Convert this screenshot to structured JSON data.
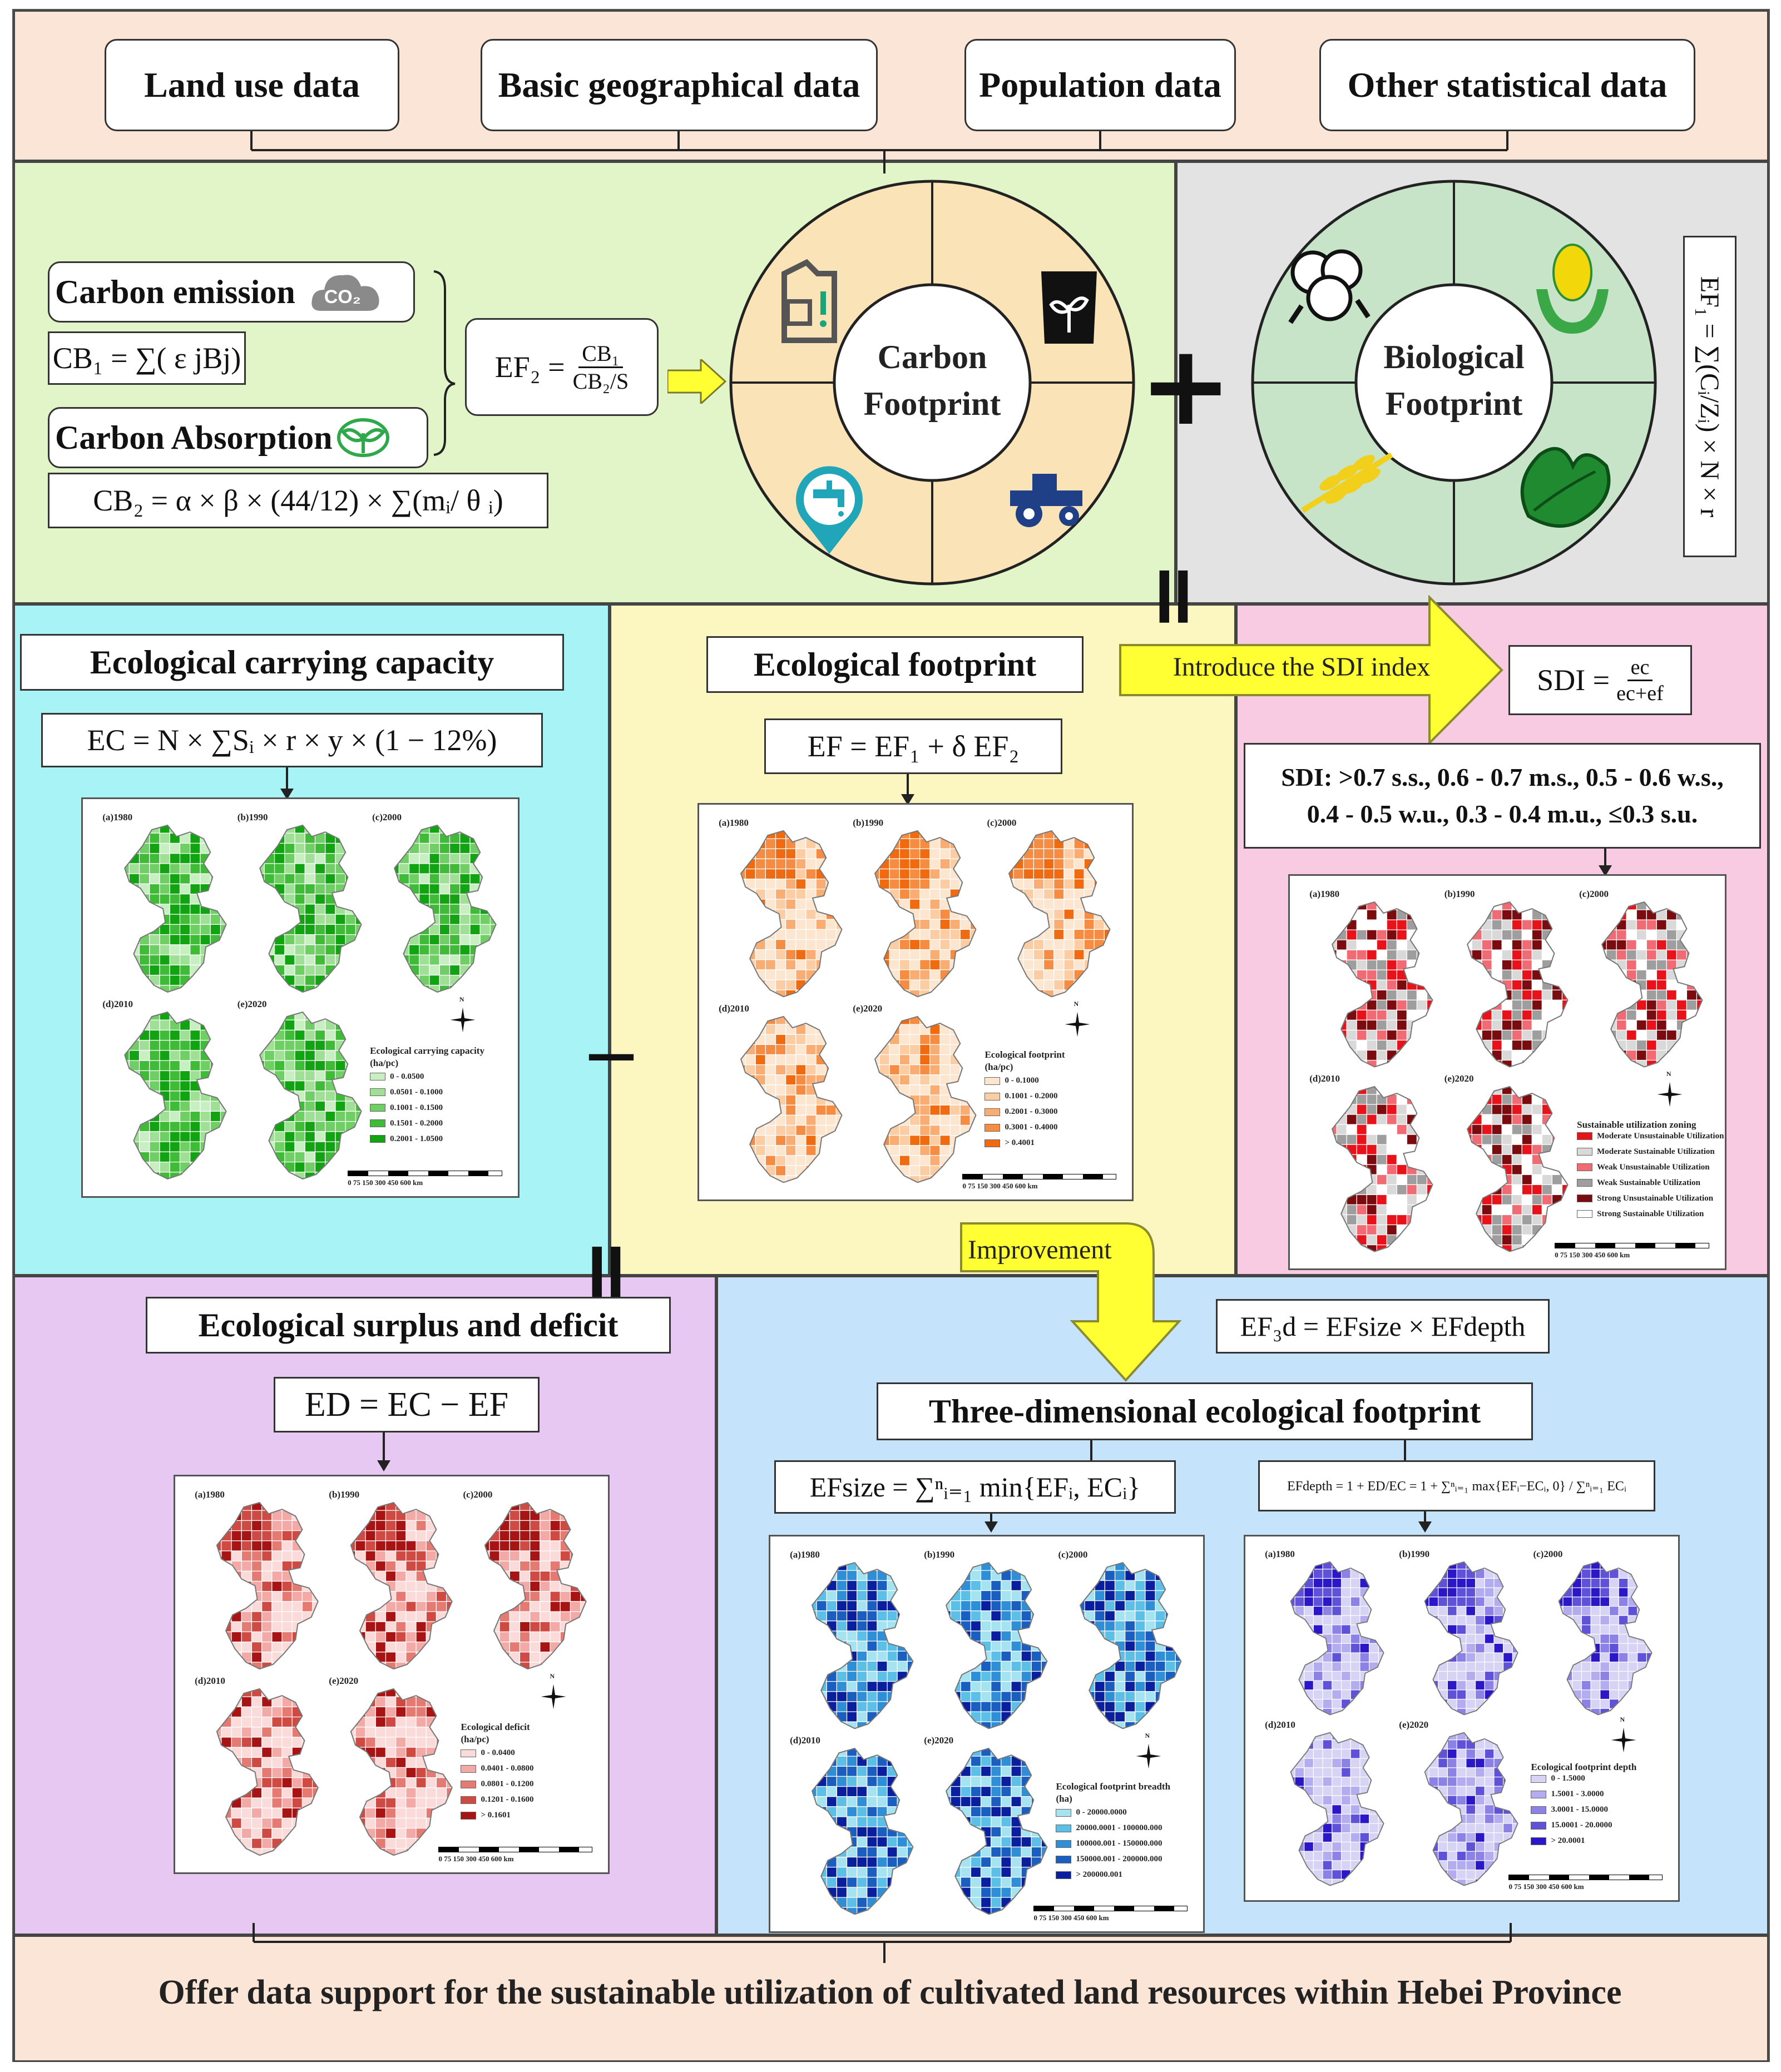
{
  "top_inputs": [
    "Land use data",
    "Basic geographical data",
    "Population data",
    "Other statistical data"
  ],
  "carbon": {
    "emission_label": "Carbon emission",
    "emission_icon_text": "CO₂",
    "cb1_formula": "CB₁ = ∑( ε jBj)",
    "absorption_label": "Carbon Absorption",
    "cb2_formula": "CB₂ = α × β × (44/12) × ∑(mᵢ/ θ ᵢ)",
    "ef2_lhs": "EF₂ =",
    "ef2_num": "CB₁",
    "ef2_den": "CB₂/S",
    "wheel_title_1": "Carbon",
    "wheel_title_2": "Footprint"
  },
  "biological": {
    "wheel_title_1": "Biological",
    "wheel_title_2": "Footprint",
    "ef1_formula": "EF₁ = ∑(Cᵢ/Zᵢ) × N × r"
  },
  "plus_sign": "+",
  "equals_sign": "=",
  "minus_sign": "—",
  "carrying": {
    "title": "Ecological carrying capacity",
    "formula": "EC = N × ∑Sᵢ × r × y × (1 − 12%)",
    "legend_title": "Ecological carrying capacity",
    "legend_unit": "(ha/pc)",
    "legend_items": [
      "0 - 0.0500",
      "0.0501 - 0.1000",
      "0.1001 - 0.1500",
      "0.1501 - 0.2000",
      "0.2001 - 1.0500"
    ],
    "colors": [
      "#c8efc2",
      "#9fe096",
      "#6fcf64",
      "#3fbb38",
      "#12a312"
    ]
  },
  "footprint": {
    "title": "Ecological footprint",
    "formula": "EF = EF₁ + δ EF₂",
    "legend_title": "Ecological footprint",
    "legend_unit": "(ha/pc)",
    "legend_items": [
      "0 - 0.1000",
      "0.1001 - 0.2000",
      "0.2001 - 0.3000",
      "0.3001 - 0.4000",
      "> 0.4001"
    ],
    "colors": [
      "#fde6cf",
      "#fccca3",
      "#f9ad72",
      "#f58c42",
      "#f06a10"
    ]
  },
  "sdi": {
    "arrow_label": "Introduce the SDI index",
    "formula_lhs": "SDI =",
    "formula_num": "ec",
    "formula_den": "ec+ef",
    "classes_line1": "SDI: >0.7 s.s., 0.6 - 0.7 m.s., 0.5 - 0.6 w.s.,",
    "classes_line2": "0.4 - 0.5 w.u., 0.3 - 0.4 m.u., ≤0.3 s.u.",
    "legend_title": "Sustainable utilization zoning",
    "legend_items": [
      "Moderate Unsustainable Utilization",
      "Moderate Sustainable Utilization",
      "Weak Unsustainable Utilization",
      "Weak Sustainable Utilization",
      "Strong Unsustainable Utilization",
      "Strong Sustainable Utilization"
    ],
    "colors": [
      "#e8121a",
      "#d9d9d9",
      "#f06b73",
      "#9e9e9e",
      "#7a0c10",
      "#ffffff"
    ]
  },
  "surplus": {
    "title": "Ecological surplus and deficit",
    "formula": "ED = EC − EF",
    "legend_title": "Ecological deficit",
    "legend_unit": "(ha/pc)",
    "legend_items": [
      "0 - 0.0400",
      "0.0401 - 0.0800",
      "0.0801 - 0.1200",
      "0.1201 - 0.1600",
      "> 0.1601"
    ],
    "colors": [
      "#fbdada",
      "#f3a9a6",
      "#e57a73",
      "#cf4a42",
      "#a81414"
    ]
  },
  "improvement_label": "Improvement",
  "three_d": {
    "ef3d_formula": "EF₃d = EFsize × EFdepth",
    "title": "Three-dimensional ecological footprint",
    "size_formula": "EFsize = ∑ⁿᵢ₌₁ min{EFᵢ,  ECᵢ}",
    "depth_formula": "EFdepth = 1 + ED/EC = 1 + ∑ⁿᵢ₌₁ max{EFᵢ−ECᵢ, 0} / ∑ⁿᵢ₌₁ ECᵢ",
    "breadth_legend_title": "Ecological footprint breadth",
    "breadth_legend_unit": "(ha)",
    "breadth_legend_items": [
      "0 - 20000.0000",
      "20000.0001 - 100000.000",
      "100000.001 - 150000.000",
      "150000.001 - 200000.000",
      "> 200000.001"
    ],
    "breadth_colors": [
      "#a6e3f0",
      "#5bbfe6",
      "#2e8fd6",
      "#1a5fc0",
      "#0a1f9e"
    ],
    "depth_legend_title": "Ecological footprint depth",
    "depth_legend_items": [
      "0 - 1.5000",
      "1.5001 - 3.0000",
      "3.0001 - 15.0000",
      "15.0001 - 20.0000",
      "> 20.0001"
    ],
    "depth_colors": [
      "#d6d3f5",
      "#b3acee",
      "#8c82e6",
      "#5f52d8",
      "#2b17c8"
    ]
  },
  "map_years": [
    "(a)1980",
    "(b)1990",
    "(c)2000",
    "(d)2010",
    "(e)2020"
  ],
  "scale_ticks": "0  75 150     300     450     600",
  "scale_unit": "km",
  "north_label": "N",
  "conclusion": "Offer data support for the sustainable utilization of cultivated land resources within Hebei Province"
}
